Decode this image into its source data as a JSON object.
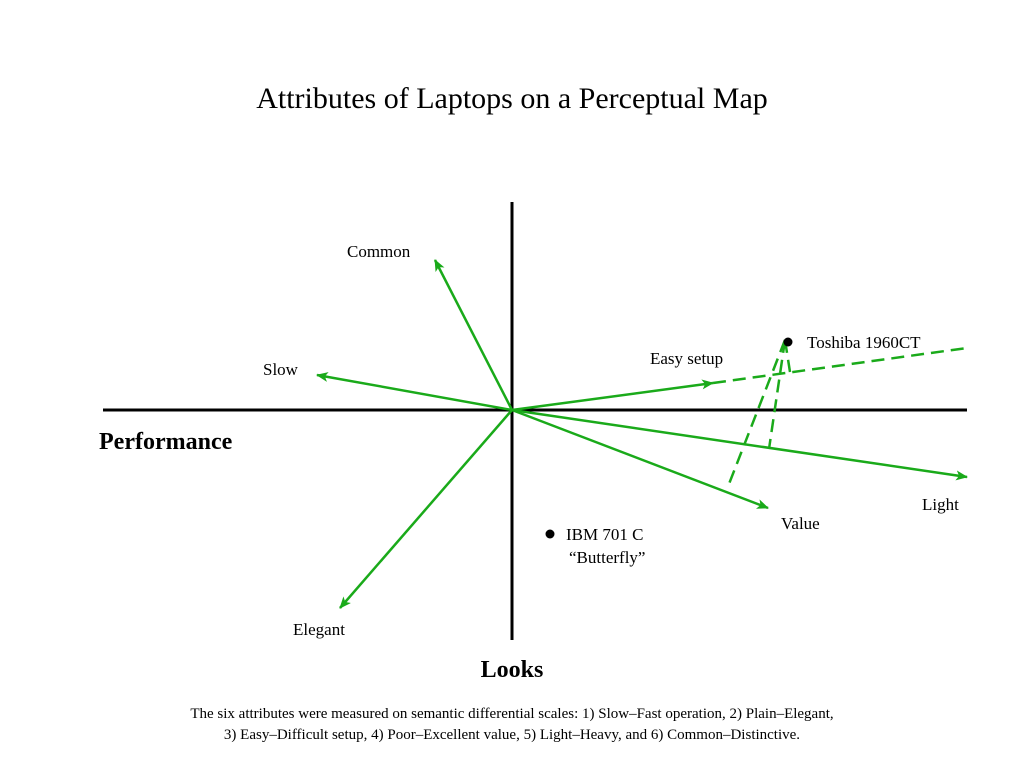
{
  "title": "Attributes of Laptops on a Perceptual Map",
  "axes": {
    "horizontal": "Performance",
    "vertical": "Looks"
  },
  "attributes": [
    {
      "id": "common",
      "label": "Common"
    },
    {
      "id": "slow",
      "label": "Slow"
    },
    {
      "id": "elegant",
      "label": "Elegant"
    },
    {
      "id": "easy-setup",
      "label": "Easy setup"
    },
    {
      "id": "light",
      "label": "Light"
    },
    {
      "id": "value",
      "label": "Value"
    }
  ],
  "products": [
    {
      "id": "toshiba",
      "lines": [
        "Toshiba 1960CT"
      ]
    },
    {
      "id": "ibm",
      "lines": [
        "IBM 701 C",
        "“Butterfly”"
      ]
    }
  ],
  "footnote": [
    "The six attributes were measured on semantic differential scales: 1) Slow–Fast operation, 2) Plain–Elegant,",
    "3) Easy–Difficult setup, 4) Poor–Excellent value, 5) Light–Heavy, and 6) Common–Distinctive."
  ],
  "colors": {
    "vector": "#1aaa1a",
    "axis": "#000000",
    "text": "#000000"
  }
}
